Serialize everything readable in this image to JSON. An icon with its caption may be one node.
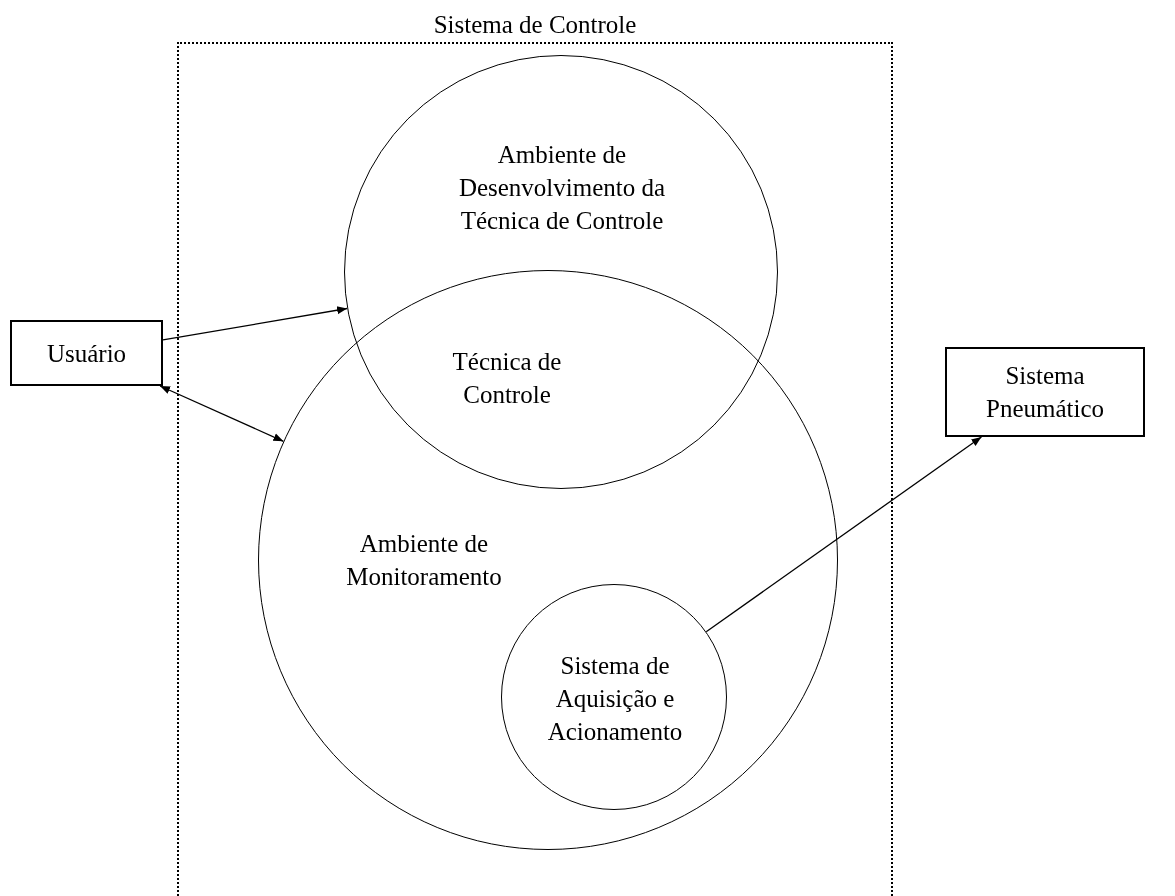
{
  "diagram": {
    "nodes": [
      {
        "text": [
          "Sistema de Controle"
        ]
      },
      {
        "text": [
          "Usuário"
        ]
      },
      {
        "text": [
          "Ambiente de Desenvolvimento da Técnica de Controle"
        ],
        "in": 0
      },
      {
        "text": [
          "Ambiente de Monitoramento"
        ],
        "in": 0
      },
      {
        "text": [
          "Sistema de Aquisição e Acionamento"
        ],
        "in": 3
      },
      {
        "text": [
          "Sistema Pneumático"
        ]
      }
    ],
    "edges": [
      {
        "from": 1,
        "to": 2,
        "arrow": "to"
      },
      {
        "from": 1,
        "to": 3,
        "arrow": "both"
      },
      {
        "from": 4,
        "to": 5,
        "arrow": "to"
      }
    ],
    "labels": [
      "Técnica de Controle"
    ]
  }
}
